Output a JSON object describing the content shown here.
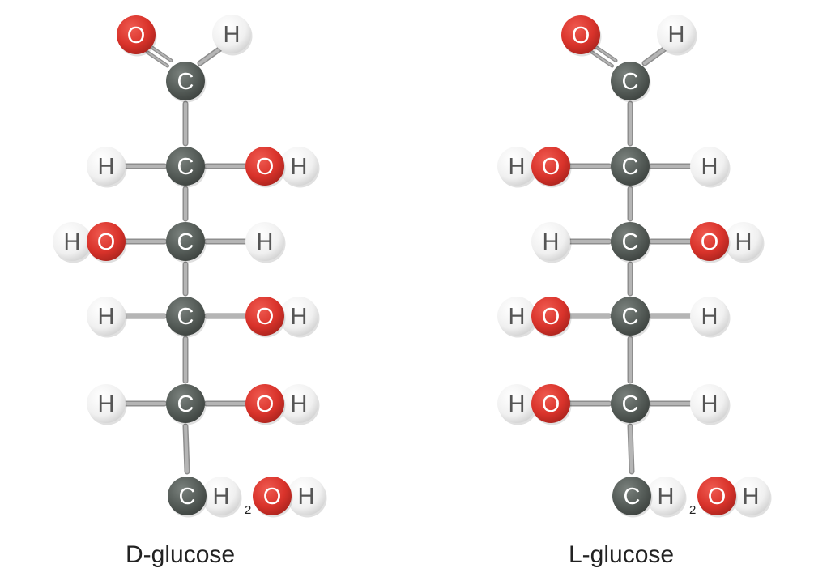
{
  "colors": {
    "carbon": "#545b57",
    "oxygen": "#d9332b",
    "hydrogen": "#f0f0f0",
    "bond": "#b5b5b5",
    "bond_outline": "#8e8e8e"
  },
  "labels": {
    "carbon": "C",
    "oxygen": "O",
    "hydrogen": "H",
    "subscript": "2"
  },
  "molecules": [
    {
      "name": "D-glucose",
      "rows": [
        {
          "left": "",
          "right": ""
        },
        {
          "left": "H",
          "right": "OH"
        },
        {
          "left": "HO",
          "right": "H"
        },
        {
          "left": "H",
          "right": "OH"
        },
        {
          "left": "H",
          "right": "OH"
        }
      ]
    },
    {
      "name": "L-glucose",
      "rows": [
        {
          "left": "",
          "right": ""
        },
        {
          "left": "HO",
          "right": "H"
        },
        {
          "left": "H",
          "right": "OH"
        },
        {
          "left": "HO",
          "right": "H"
        },
        {
          "left": "HO",
          "right": "H"
        }
      ]
    }
  ]
}
